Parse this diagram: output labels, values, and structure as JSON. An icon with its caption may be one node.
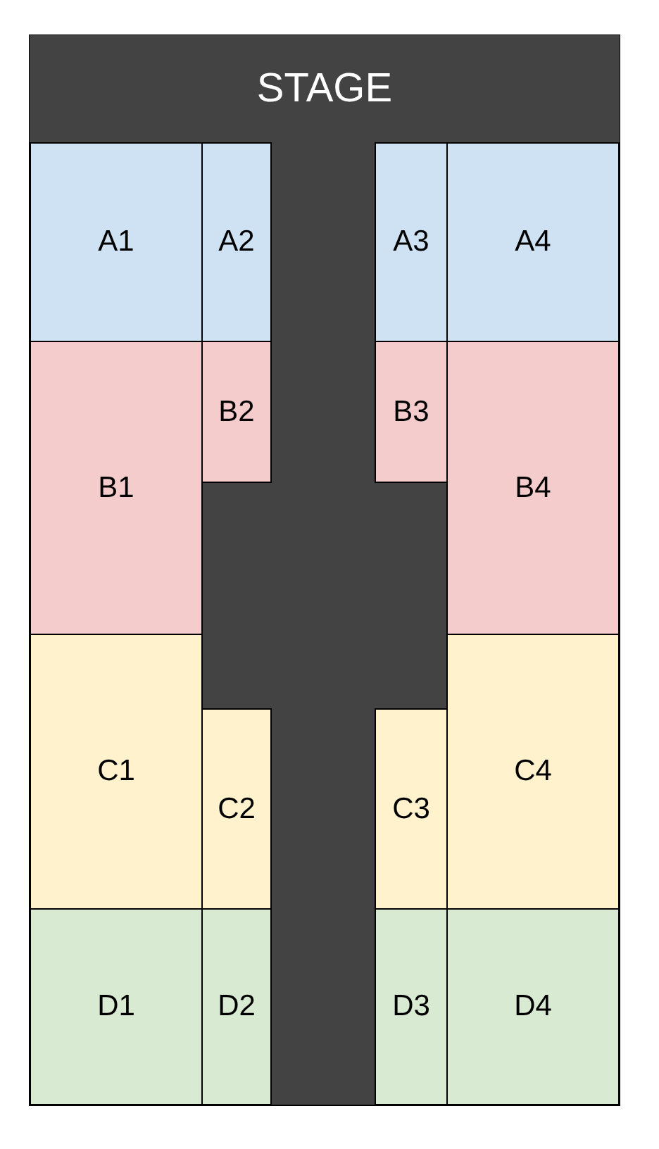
{
  "diagram": {
    "nodes": [
      {
        "text": [
          "STAGE"
        ]
      },
      {
        "text": [
          "A1"
        ]
      },
      {
        "text": [
          "A2"
        ]
      },
      {
        "text": [
          "A3"
        ]
      },
      {
        "text": [
          "A4"
        ]
      },
      {
        "text": [
          "B1"
        ]
      },
      {
        "text": [
          "B2"
        ]
      },
      {
        "text": [
          "B3"
        ]
      },
      {
        "text": [
          "B4"
        ]
      },
      {
        "text": [
          "C1"
        ]
      },
      {
        "text": [
          "C2"
        ]
      },
      {
        "text": [
          "C3"
        ]
      },
      {
        "text": [
          "C4"
        ]
      },
      {
        "text": [
          "D1"
        ]
      },
      {
        "text": [
          "D2"
        ]
      },
      {
        "text": [
          "D3"
        ]
      },
      {
        "text": [
          "D4"
        ]
      }
    ]
  }
}
